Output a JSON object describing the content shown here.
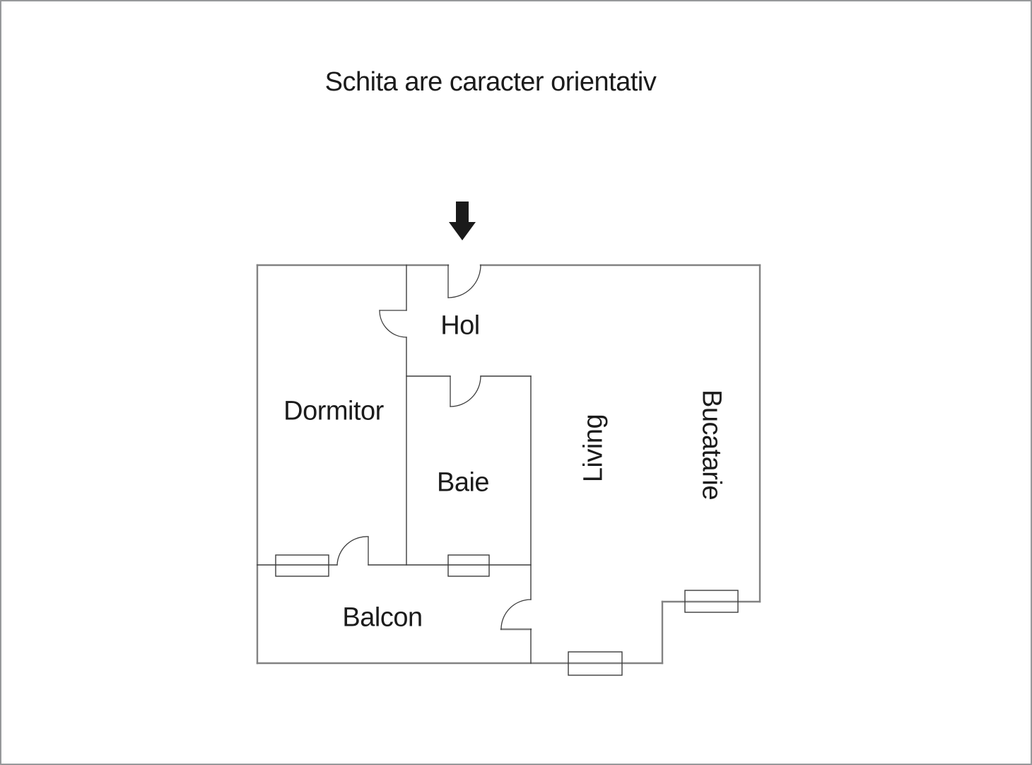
{
  "page": {
    "title": "Schita are caracter orientativ"
  },
  "floorplan": {
    "rooms": [
      {
        "id": "hol",
        "label": "Hol"
      },
      {
        "id": "dormitor",
        "label": "Dormitor"
      },
      {
        "id": "baie",
        "label": "Baie"
      },
      {
        "id": "living",
        "label": "Living"
      },
      {
        "id": "bucatarie",
        "label": "Bucatarie"
      },
      {
        "id": "balcon",
        "label": "Balcon"
      }
    ],
    "entrance_marker": "down-arrow",
    "window_count": 4,
    "door_count": 5,
    "colors": {
      "wall_outer": "#828282",
      "wall_interior": "#3d3d3d",
      "arrow": "#1a1a1a",
      "text": "#1b1b1b",
      "frame": "#97999b",
      "background": "#ffffff"
    }
  }
}
